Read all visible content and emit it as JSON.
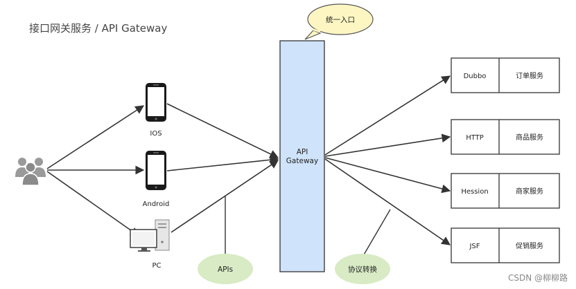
{
  "title": "接口网关服务 / API Gateway",
  "entry_bubble": "统一入口",
  "gateway": {
    "line1": "API",
    "line2": "Gateway"
  },
  "clients": {
    "ios": "IOS",
    "android": "Android",
    "pc": "PC"
  },
  "apis_bubble": "APIs",
  "protocol_bubble": "协议转换",
  "services": [
    {
      "name": "Dubbo",
      "desc": "订单服务"
    },
    {
      "name": "HTTP",
      "desc": "商品服务"
    },
    {
      "name": "Hession",
      "desc": "商家服务"
    },
    {
      "name": "JSF",
      "desc": "促销服务"
    }
  ],
  "watermark": "CSDN @柳柳路",
  "colors": {
    "gateway_fill": "#cfe3fa",
    "bubble_fill": "#d8ebc4",
    "entry_fill": "#fdf6c3",
    "stroke": "#333333"
  },
  "icons": [
    "users-icon",
    "smartphone-icon",
    "smartphone-icon",
    "desktop-pc-icon"
  ]
}
